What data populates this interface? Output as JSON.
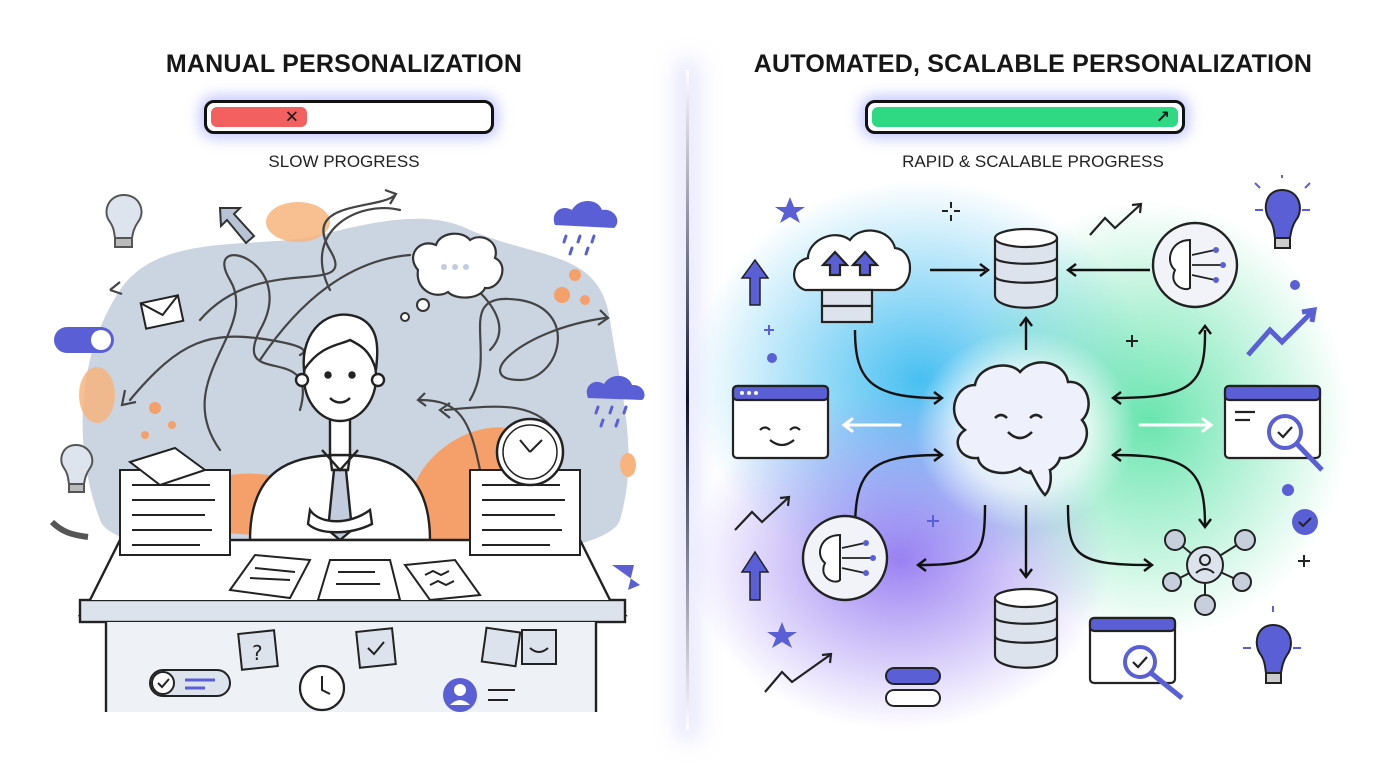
{
  "left_panel": {
    "title": "MANUAL PERSONALIZATION",
    "progress": {
      "percent": 34,
      "color": "#f26060",
      "icon": "x-icon",
      "glyph": "✕"
    },
    "subtitle": "SLOW PROGRESS",
    "illustration": "stressed-person-at-desk-with-paper-stacks",
    "elements": [
      "lightbulb-icon",
      "arrow-icon",
      "envelope-icon",
      "toggle-icon",
      "thought-bubble-icon",
      "rain-cloud-icon",
      "clock-icon",
      "paper-stack-icon",
      "notepad-icon",
      "sticky-note-icon",
      "user-profile-icon",
      "tangled-arrows"
    ]
  },
  "right_panel": {
    "title": "AUTOMATED, SCALABLE PERSONALIZATION",
    "progress": {
      "percent": 100,
      "color": "#2fd882",
      "icon": "arrow-up-right-icon",
      "glyph": "↗"
    },
    "subtitle": "RAPID & SCALABLE PROGRESS",
    "illustration": "ai-brain-hub-network",
    "elements": [
      "cloud-upload-icon",
      "database-icon",
      "ai-brain-icon",
      "browser-smile-icon",
      "analytics-search-icon",
      "network-user-icon",
      "lightbulb-icon",
      "trend-up-icon",
      "star-icon",
      "badge-check-icon",
      "toggle-icon"
    ]
  },
  "colors": {
    "accent": "#5b5fd6",
    "orange": "#f7a869",
    "gray_blob": "#c2ccdc",
    "red": "#f26060",
    "green": "#2fd882",
    "glow": "#8a8eff"
  }
}
